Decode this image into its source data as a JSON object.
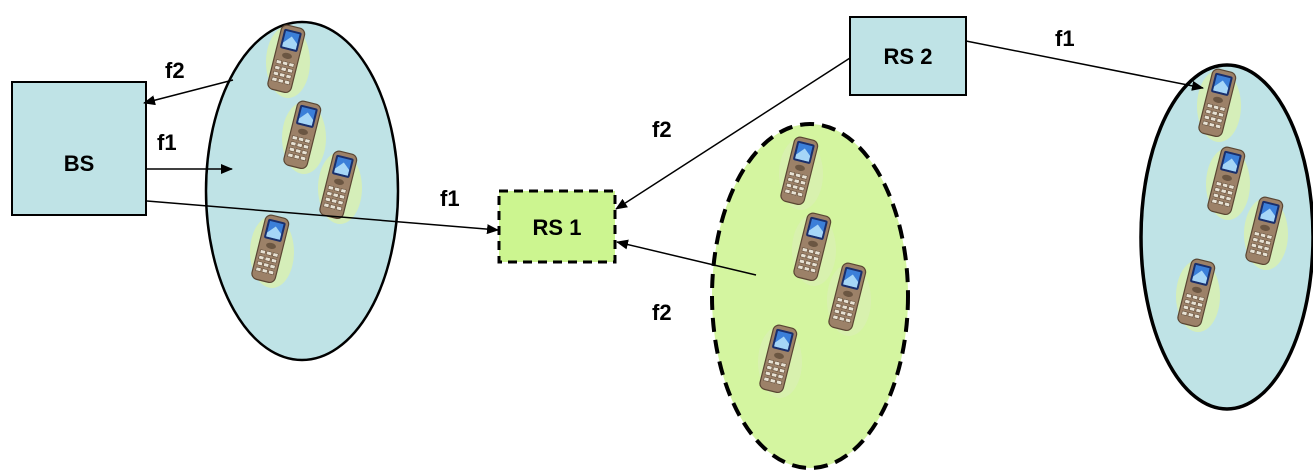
{
  "nodes": {
    "bs": {
      "label": "BS"
    },
    "rs1": {
      "label": "RS 1"
    },
    "rs2": {
      "label": "RS 2"
    }
  },
  "links": {
    "bs_cell1_f2": "f2",
    "bs_cell1_f1": "f1",
    "bs_rs1_f1": "f1",
    "rs2_rs1_f2": "f2",
    "cell2_rs1_f2": "f2",
    "rs2_cell3_f1": "f1"
  },
  "colors": {
    "cell_fill": "#bfe3e6",
    "relay_cell_fill": "#d4f5a0",
    "box_fill": "#bfe3e6",
    "relay_box_fill": "#ccf590",
    "phone_body": "#9c8168",
    "phone_screen": "#3b7fd9",
    "stroke": "#000000"
  },
  "icons": {
    "phone": "mobile-phone-icon"
  }
}
